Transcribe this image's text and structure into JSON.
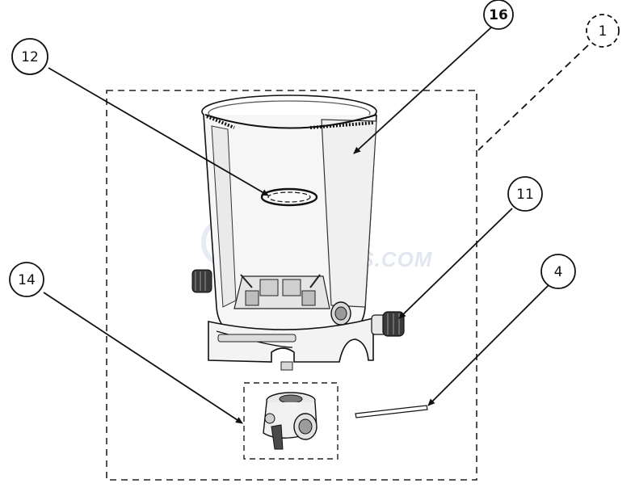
{
  "diagram": {
    "watermark": "INYOPOOLS.COM",
    "callouts": [
      {
        "id": "16",
        "label": "16",
        "emphasis": true
      },
      {
        "id": "1",
        "label": "1",
        "dashed": true
      },
      {
        "id": "12",
        "label": "12"
      },
      {
        "id": "11",
        "label": "11"
      },
      {
        "id": "14",
        "label": "14"
      },
      {
        "id": "4",
        "label": "4"
      }
    ],
    "colors": {
      "line": "#111111",
      "part_fill": "#f1f1f1",
      "part_shade": "#cfcfcf",
      "dark": "#333333"
    }
  }
}
